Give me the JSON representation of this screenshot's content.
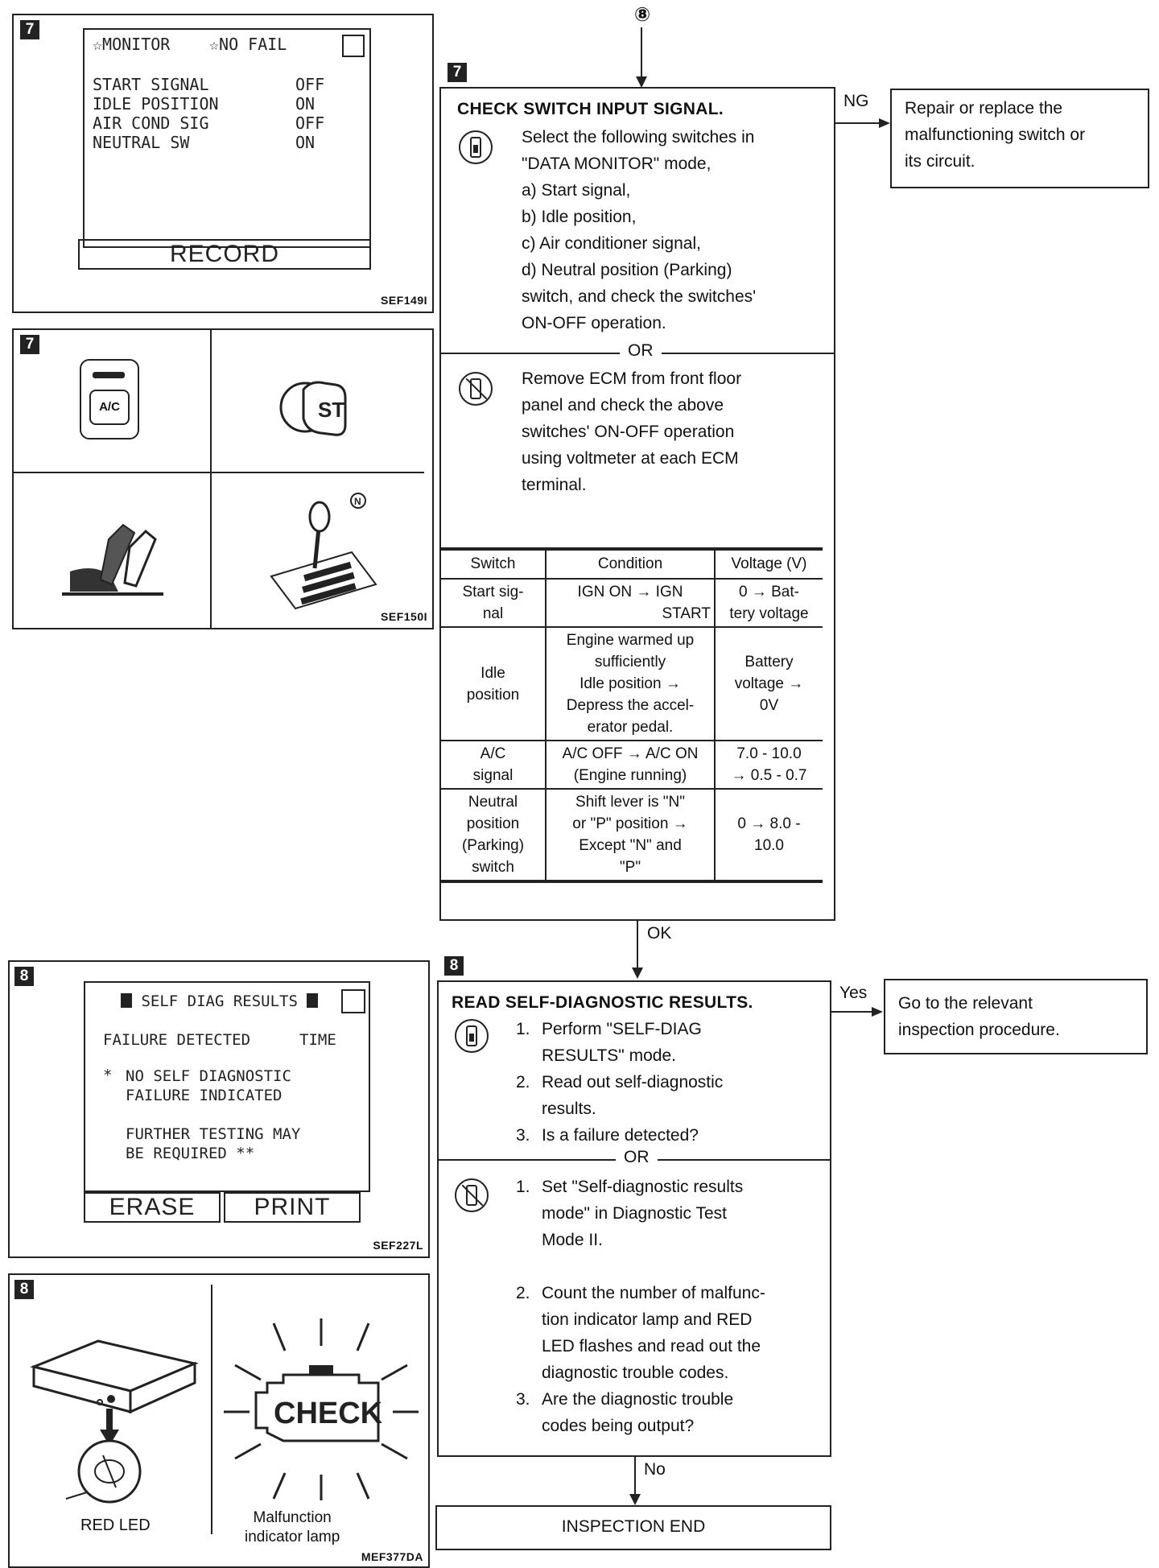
{
  "connector_ref": "⑧",
  "fig1": {
    "step": "7",
    "header_left": "☆MONITOR",
    "header_right": "☆NO FAIL",
    "rows": [
      {
        "label": "START SIGNAL",
        "value": "OFF"
      },
      {
        "label": "IDLE POSITION",
        "value": "ON"
      },
      {
        "label": "AIR COND SIG",
        "value": "OFF"
      },
      {
        "label": "NEUTRAL SW",
        "value": "ON"
      }
    ],
    "button": "RECORD",
    "code": "SEF149I"
  },
  "fig2": {
    "step": "7",
    "ac_label": "A/C",
    "st_label": "ST",
    "n_label": "N",
    "code": "SEF150I"
  },
  "fig3": {
    "step": "8",
    "header": "SELF DIAG RESULTS",
    "col1": "FAILURE DETECTED",
    "col2": "TIME",
    "bullet": "*",
    "line1": "NO SELF DIAGNOSTIC",
    "line2": "FAILURE INDICATED",
    "line3": "FURTHER TESTING MAY",
    "line4": "BE REQUIRED",
    "line4_suffix": "**",
    "btn_erase": "ERASE",
    "btn_print": "PRINT",
    "code": "SEF227L"
  },
  "fig4": {
    "step": "8",
    "red_led": "RED LED",
    "check": "CHECK",
    "mil_line1": "Malfunction",
    "mil_line2": "indicator lamp",
    "code": "MEF377DA"
  },
  "step7": {
    "num": "7",
    "title": "CHECK SWITCH INPUT SIGNAL.",
    "consult_lines": [
      "Select the following switches in",
      "\"DATA MONITOR\" mode,",
      "a) Start signal,",
      "b) Idle position,",
      "c) Air conditioner signal,",
      "d) Neutral position (Parking)",
      "switch, and check the switches'",
      "ON-OFF operation."
    ],
    "or": "OR",
    "ecm_lines": [
      "Remove ECM from front floor",
      "panel and check the above",
      "switches' ON-OFF operation",
      "using voltmeter at each ECM",
      "terminal."
    ],
    "table": {
      "headers": [
        "Switch",
        "Condition",
        "Voltage (V)"
      ],
      "rows": [
        {
          "switch": [
            "Start sig-",
            "nal"
          ],
          "condition": [
            "IGN ON → IGN",
            "START"
          ],
          "voltage": [
            "0 → Bat-",
            "tery voltage"
          ]
        },
        {
          "switch": [
            "Idle",
            "position"
          ],
          "condition": [
            "Engine warmed up",
            "sufficiently",
            "Idle position →",
            "Depress the accel-",
            "erator pedal."
          ],
          "voltage": [
            "Battery",
            "voltage →",
            "0V"
          ]
        },
        {
          "switch": [
            "A/C",
            "signal"
          ],
          "condition": [
            "A/C OFF → A/C ON",
            "(Engine running)"
          ],
          "voltage": [
            "7.0 - 10.0",
            "→ 0.5 - 0.7"
          ]
        },
        {
          "switch": [
            "Neutral",
            "position",
            "(Parking)",
            "switch"
          ],
          "condition": [
            "Shift lever is \"N\"",
            "or \"P\" position →",
            "Except \"N\" and",
            "\"P\""
          ],
          "voltage": [
            "0 → 8.0 -",
            "10.0"
          ]
        }
      ]
    },
    "ng_label": "NG",
    "ng_result": [
      "Repair or replace the",
      "malfunctioning switch or",
      "its circuit."
    ],
    "ok_label": "OK"
  },
  "step8": {
    "num": "8",
    "title": "READ SELF-DIAGNOSTIC RESULTS.",
    "consult_items": [
      {
        "n": "1.",
        "lines": [
          "Perform \"SELF-DIAG",
          "RESULTS\" mode."
        ]
      },
      {
        "n": "2.",
        "lines": [
          "Read out self-diagnostic",
          "results."
        ]
      },
      {
        "n": "3.",
        "lines": [
          "Is a failure detected?"
        ]
      }
    ],
    "or": "OR",
    "ecm_items": [
      {
        "n": "1.",
        "lines": [
          "Set \"Self-diagnostic results",
          "mode\" in Diagnostic Test",
          "Mode II."
        ]
      },
      {
        "n": "2.",
        "lines": [
          "Count the number of malfunc-",
          "tion indicator lamp and RED",
          "LED flashes and read out the",
          "diagnostic trouble codes."
        ]
      },
      {
        "n": "3.",
        "lines": [
          "Are the diagnostic trouble",
          "codes being output?"
        ]
      }
    ],
    "yes_label": "Yes",
    "yes_result": [
      "Go to the relevant",
      "inspection procedure."
    ],
    "no_label": "No",
    "end": "INSPECTION END"
  }
}
